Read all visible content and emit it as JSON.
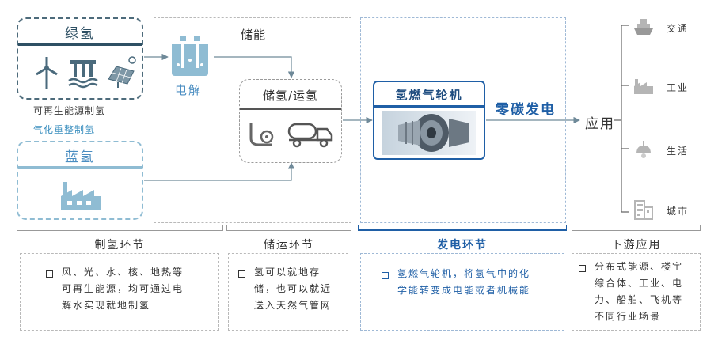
{
  "sources": {
    "green": {
      "title": "绿氢",
      "caption": "可再生能源制氢",
      "icons": [
        "wind-turbine-icon",
        "hydro-icon",
        "solar-panel-icon"
      ]
    },
    "reform_caption": "气化重整制氢",
    "blue": {
      "title": "蓝氢",
      "icons": [
        "factory-icon"
      ]
    }
  },
  "storage": {
    "label": "储能",
    "electrolysis_label": "电解",
    "transport_title": "储氢/运氢",
    "icons": [
      "electrolyzer-icon",
      "pipeline-icon",
      "tanker-truck-icon"
    ]
  },
  "generation": {
    "turbine_title": "氢燃气轮机",
    "zero_carbon": "零碳发电"
  },
  "application": {
    "label": "应用",
    "items": [
      {
        "label": "交通",
        "icon": "ship-icon"
      },
      {
        "label": "工业",
        "icon": "factory-icon"
      },
      {
        "label": "生活",
        "icon": "lamp-icon"
      },
      {
        "label": "城市",
        "icon": "building-icon"
      }
    ]
  },
  "sections": [
    {
      "title": "制氢环节",
      "lines": [
        "风、光、水、核、地热等",
        "可再生能源，均可通过电",
        "解水实现就地制氢"
      ]
    },
    {
      "title": "储运环节",
      "lines": [
        "氢可以就地存",
        "储，也可以就近",
        "送入天然气管网"
      ]
    },
    {
      "title": "发电环节",
      "lines": [
        "氢燃气轮机，将氢气中的化",
        "学能转变成电能或者机械能"
      ]
    },
    {
      "title": "下游应用",
      "lines": [
        "分布式能源、楼宇",
        "综合体、工业、电",
        "力、船舶、飞机等",
        "不同行业场景"
      ]
    }
  ],
  "colors": {
    "accent_blue": "#1f5fa6",
    "green_title": "#2e5064",
    "light_teal": "#8fbcd3"
  }
}
